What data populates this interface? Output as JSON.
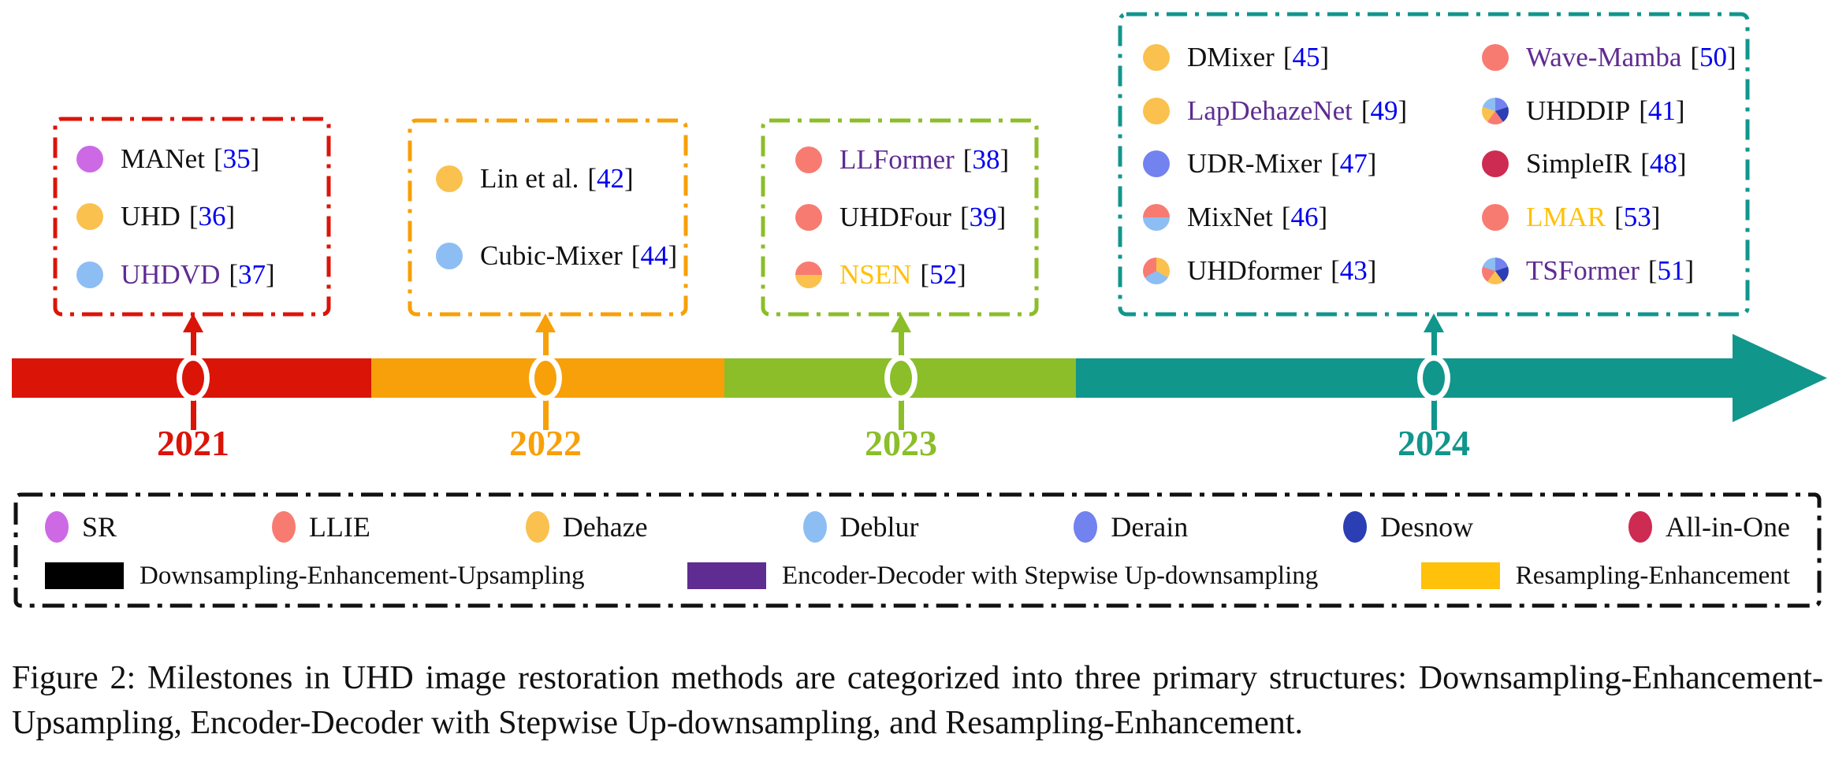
{
  "figure": {
    "caption": "Figure 2: Milestones in UHD image restoration methods are categorized into three primary structures: Downsampling-Enhancement-Upsampling, Encoder-Decoder with Stepwise Up-downsampling, and Resampling-Enhancement."
  },
  "cite": {
    "open": "[",
    "close": "]"
  },
  "palette": {
    "timeline_2021_red": "#DB1408",
    "timeline_2022_orange": "#F7A009",
    "timeline_2023_green": "#8BBE29",
    "timeline_2024_teal": "#11968C",
    "citation_blue": "#0000EE",
    "structure_black": "#111111",
    "structure_purple": "#5F2C91",
    "structure_gold": "#FFC10A",
    "task_sr": "#CD69E5",
    "task_llie": "#F87B72",
    "task_dehaze": "#FAC14E",
    "task_deblur": "#8CBEF4",
    "task_derain": "#7282EF",
    "task_desnow": "#2B3EB3",
    "task_all_in_one": "#CE2B52"
  },
  "timeline": {
    "years": [
      {
        "label": "2021"
      },
      {
        "label": "2022"
      },
      {
        "label": "2023"
      },
      {
        "label": "2024"
      }
    ]
  },
  "boxes": {
    "y2021": {
      "items": [
        {
          "name": "MANet",
          "cite": "35",
          "tasks": [
            "SR"
          ],
          "name_color": "#111111"
        },
        {
          "name": "UHD",
          "cite": "36",
          "tasks": [
            "Dehaze"
          ],
          "name_color": "#111111"
        },
        {
          "name": "UHDVD",
          "cite": "37",
          "tasks": [
            "Deblur"
          ],
          "name_color": "#5F2C91"
        }
      ]
    },
    "y2022": {
      "items": [
        {
          "name": "Lin et al.",
          "cite": "42",
          "tasks": [
            "Dehaze"
          ],
          "name_color": "#111111"
        },
        {
          "name": "Cubic-Mixer",
          "cite": "44",
          "tasks": [
            "Deblur"
          ],
          "name_color": "#111111"
        }
      ]
    },
    "y2023": {
      "items": [
        {
          "name": "LLFormer",
          "cite": "38",
          "tasks": [
            "LLIE"
          ],
          "name_color": "#5F2C91"
        },
        {
          "name": "UHDFour",
          "cite": "39",
          "tasks": [
            "LLIE"
          ],
          "name_color": "#111111"
        },
        {
          "name": "NSEN",
          "cite": "52",
          "tasks": [
            "LLIE",
            "Dehaze"
          ],
          "name_color": "#FFC10A"
        }
      ]
    },
    "y2024_left": {
      "items": [
        {
          "name": "DMixer",
          "cite": "45",
          "tasks": [
            "Dehaze"
          ],
          "name_color": "#111111"
        },
        {
          "name": "LapDehazeNet",
          "cite": "49",
          "tasks": [
            "Dehaze"
          ],
          "name_color": "#5F2C91"
        },
        {
          "name": "UDR-Mixer",
          "cite": "47",
          "tasks": [
            "Derain"
          ],
          "name_color": "#111111"
        },
        {
          "name": "MixNet",
          "cite": "46",
          "tasks": [
            "LLIE",
            "Deblur"
          ],
          "name_color": "#111111"
        },
        {
          "name": "UHDformer",
          "cite": "43",
          "tasks": [
            "Dehaze",
            "Deblur",
            "LLIE"
          ],
          "name_color": "#111111"
        }
      ]
    },
    "y2024_right": {
      "items": [
        {
          "name": "Wave-Mamba",
          "cite": "50",
          "tasks": [
            "LLIE"
          ],
          "name_color": "#5F2C91"
        },
        {
          "name": "UHDDIP",
          "cite": "41",
          "tasks": [
            "Derain",
            "Desnow",
            "LLIE",
            "Dehaze",
            "Deblur"
          ],
          "name_color": "#111111"
        },
        {
          "name": "SimpleIR",
          "cite": "48",
          "tasks": [
            "All-in-One"
          ],
          "name_color": "#111111"
        },
        {
          "name": "LMAR",
          "cite": "53",
          "tasks": [
            "LLIE"
          ],
          "name_color": "#FFC10A"
        },
        {
          "name": "TSFormer",
          "cite": "51",
          "tasks": [
            "Derain",
            "Desnow",
            "Dehaze",
            "LLIE",
            "Deblur"
          ],
          "name_color": "#5F2C91"
        }
      ]
    }
  },
  "legend": {
    "tasks": [
      {
        "label": "SR",
        "color": "#CD69E5"
      },
      {
        "label": "LLIE",
        "color": "#F87B72"
      },
      {
        "label": "Dehaze",
        "color": "#FAC14E"
      },
      {
        "label": "Deblur",
        "color": "#8CBEF4"
      },
      {
        "label": "Derain",
        "color": "#7282EF"
      },
      {
        "label": "Desnow",
        "color": "#2B3EB3"
      },
      {
        "label": "All-in-One",
        "color": "#CE2B52"
      }
    ],
    "structures": [
      {
        "label": "Downsampling-Enhancement-Upsampling",
        "color": "#000000"
      },
      {
        "label": "Encoder-Decoder with Stepwise Up-downsampling",
        "color": "#5F2C91"
      },
      {
        "label": "Resampling-Enhancement",
        "color": "#FFC10A"
      }
    ]
  }
}
